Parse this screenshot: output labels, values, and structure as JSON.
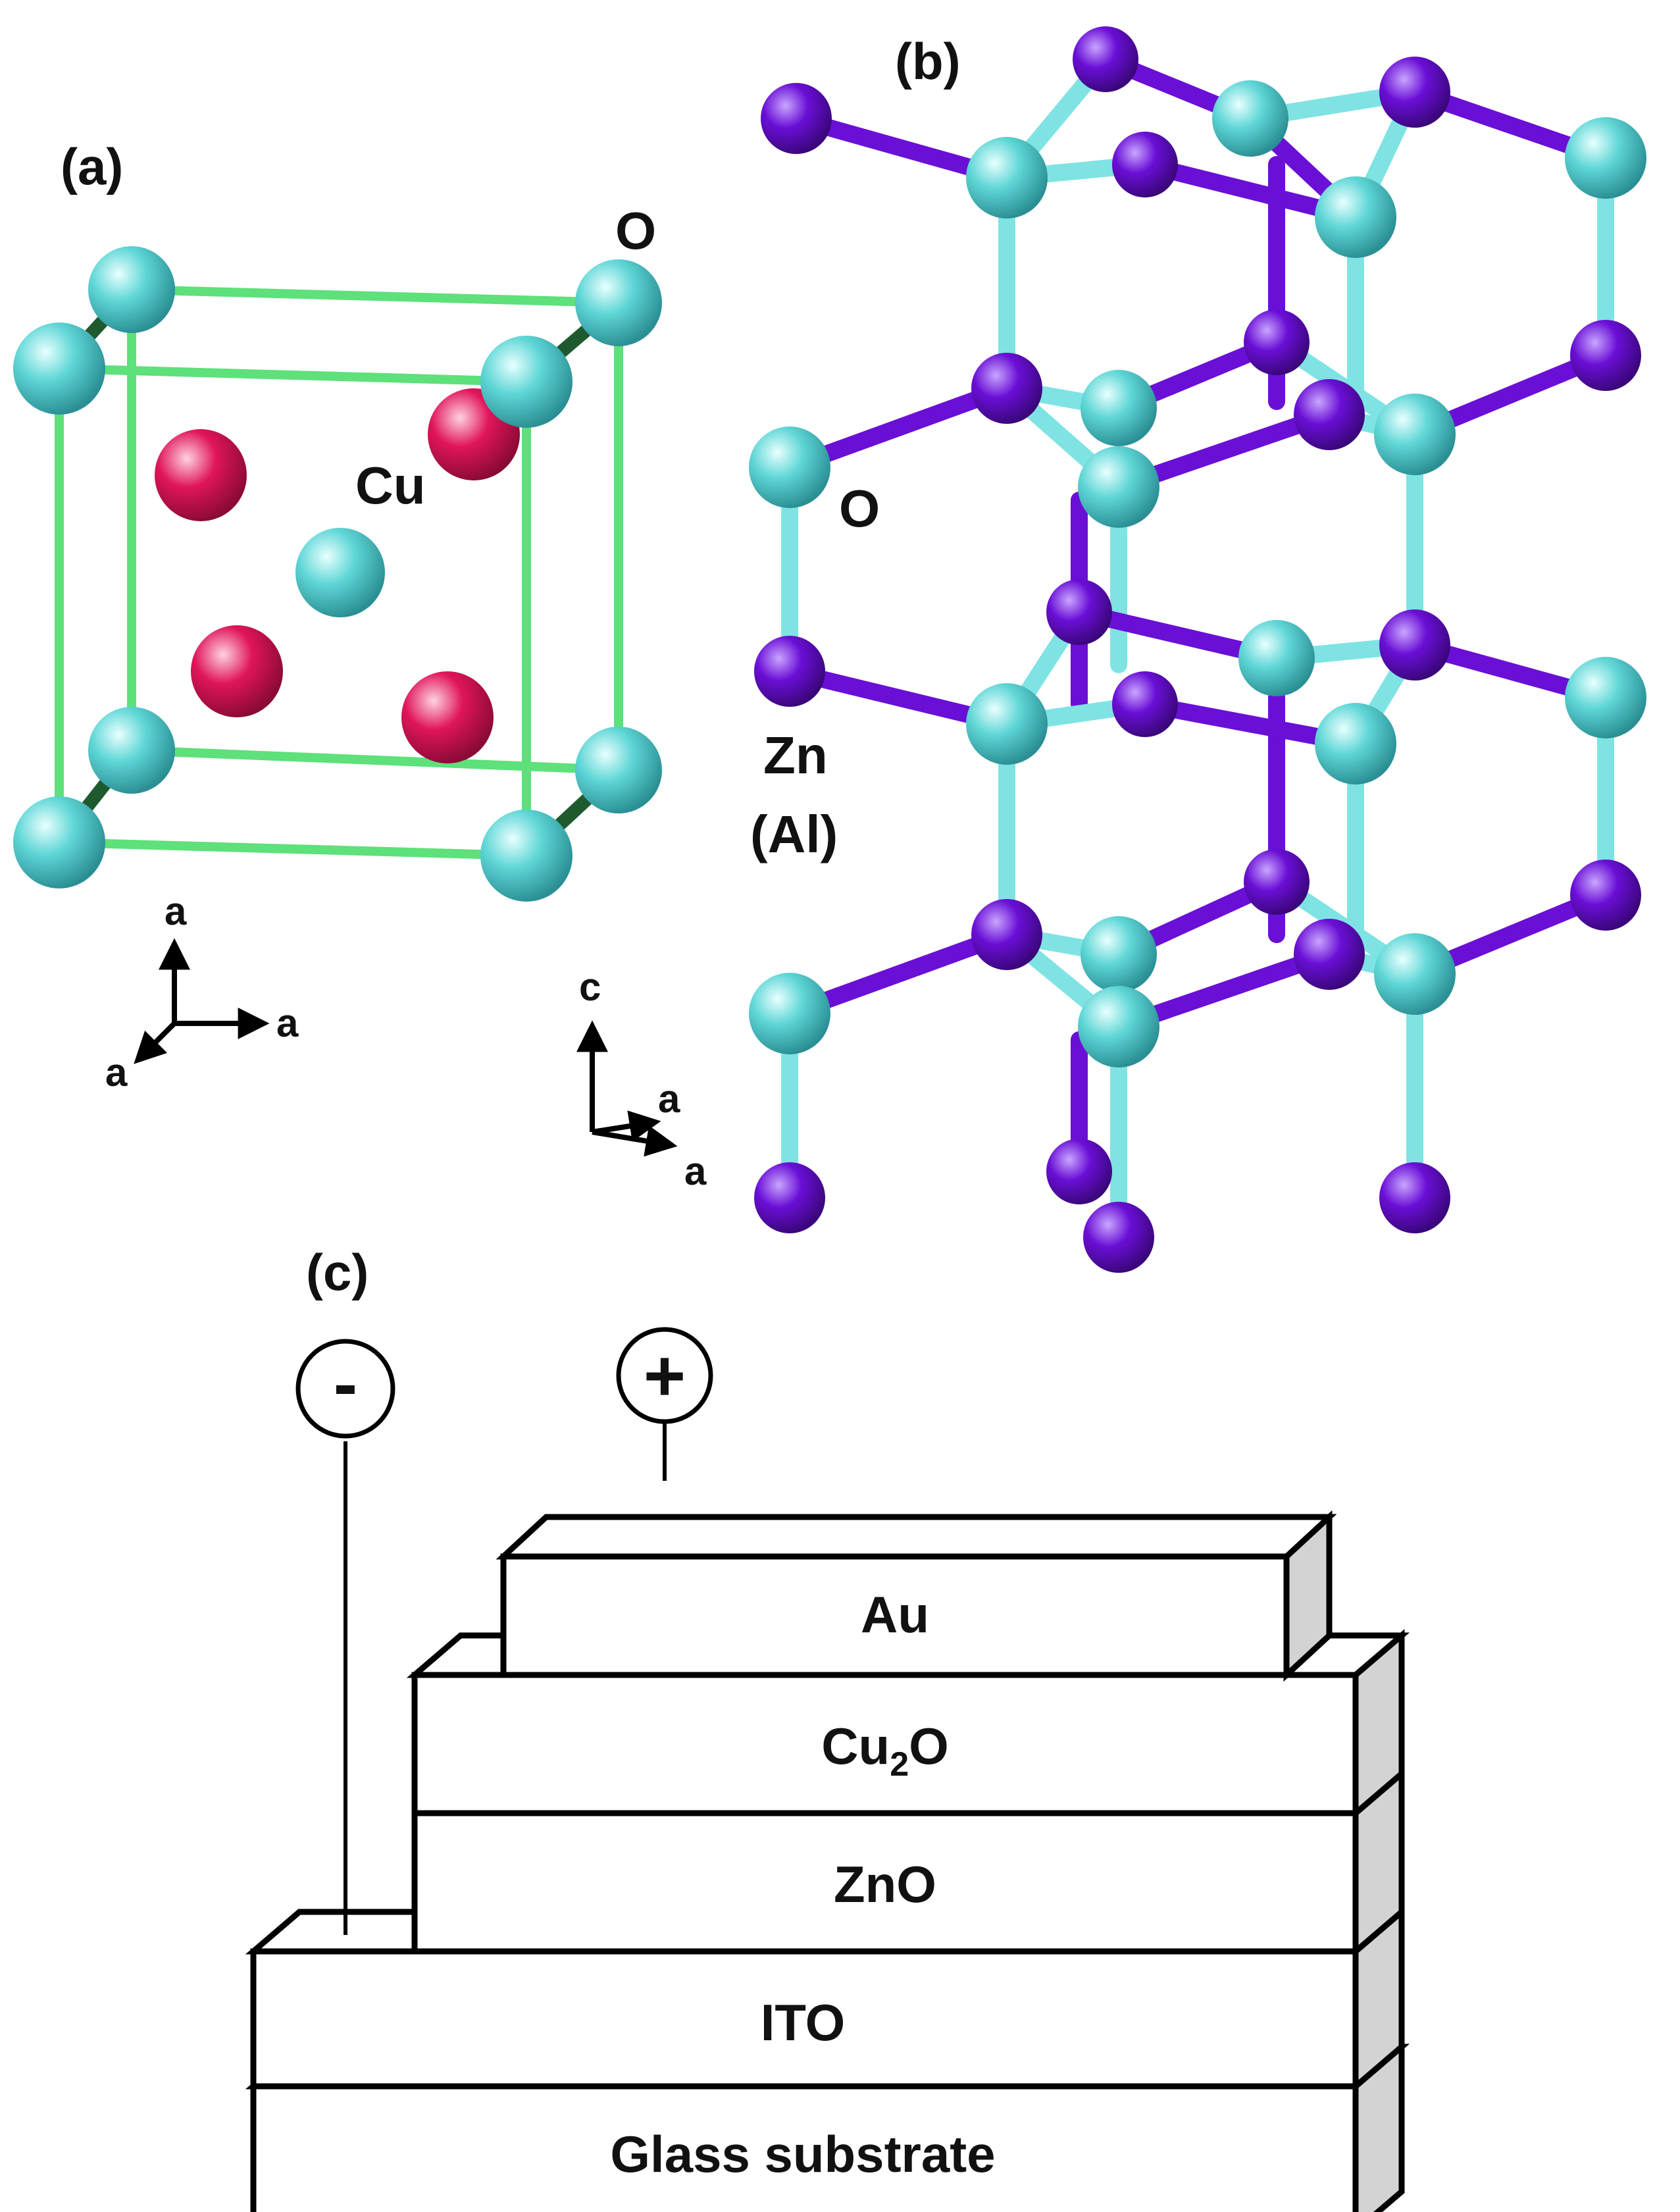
{
  "panels": {
    "a": {
      "label": "(a)",
      "atom_labels": {
        "oxygen": "O",
        "copper": "Cu"
      },
      "axes": {
        "up": "a",
        "right": "a",
        "diag": "a"
      }
    },
    "b": {
      "label": "(b)",
      "atom_labels": {
        "oxygen": "O",
        "zinc": "Zn",
        "dopant": "(Al)"
      },
      "axes": {
        "up": "c",
        "right": "a",
        "diag": "a"
      }
    },
    "c": {
      "label": "(c)",
      "terminals": {
        "negative": "-",
        "positive": "+"
      },
      "layers": {
        "au": "Au",
        "cu2o_main": "Cu",
        "cu2o_sub": "2",
        "cu2o_tail": "O",
        "zno": "ZnO",
        "ito": "ITO",
        "glass": "Glass substrate"
      }
    }
  },
  "colors": {
    "oxygen": "#5fd6d6",
    "copper": "#e0155a",
    "zinc": "#6a0fd6",
    "cell_edge": "#5ee07a",
    "bond_dark": "#1f5a2e",
    "bond_cyan": "#7fe3e3",
    "layer_side": "#d3d3d3"
  },
  "icons": {
    "neg_terminal": "minus-circle-icon",
    "pos_terminal": "plus-circle-icon"
  }
}
